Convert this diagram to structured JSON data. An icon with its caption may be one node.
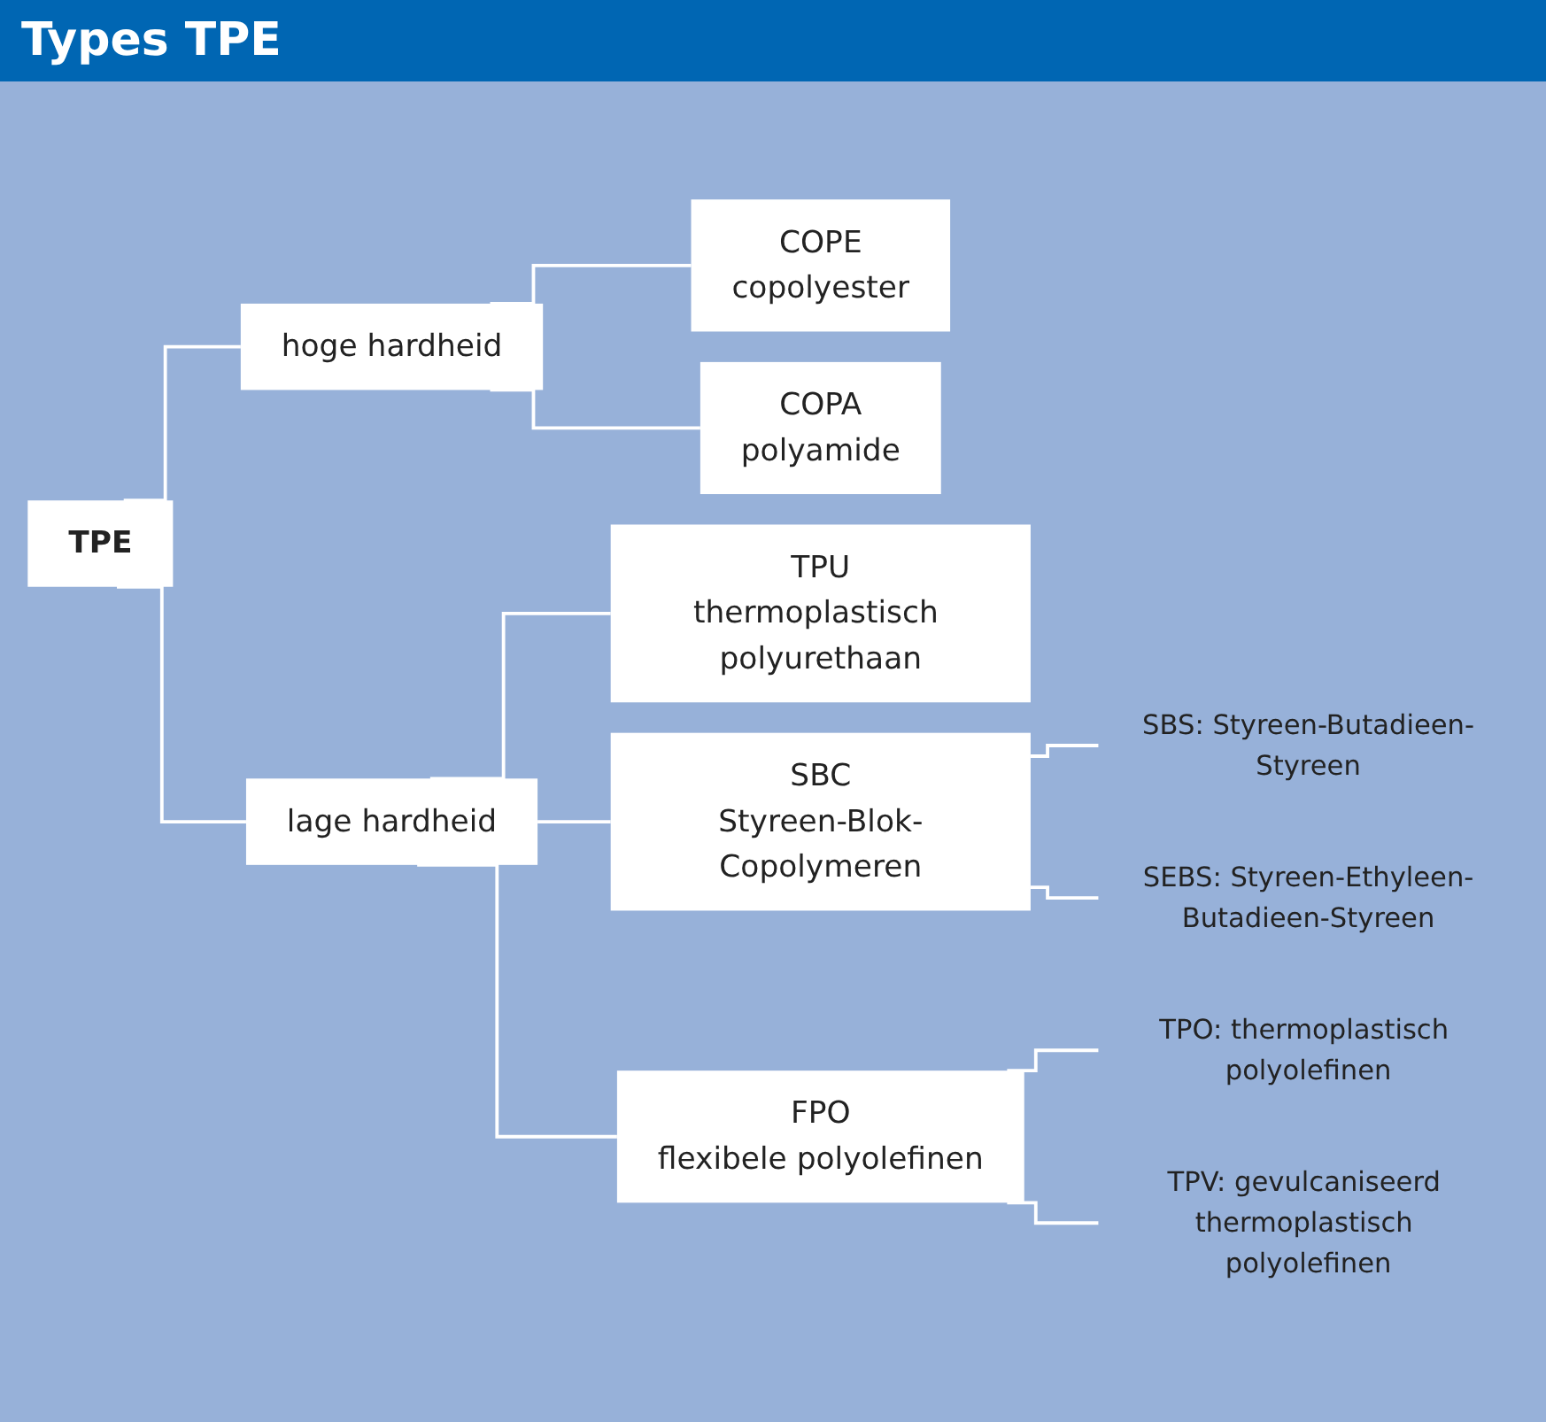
{
  "diagram": {
    "title": "Types TPE",
    "nodes": [
      {
        "text": [
          "TPE"
        ]
      },
      {
        "text": [
          "hoge hardheid"
        ]
      },
      {
        "text": [
          "lage hardheid"
        ]
      },
      {
        "text": [
          "COPE",
          "copolyester"
        ]
      },
      {
        "text": [
          "COPA",
          "polyamide"
        ]
      },
      {
        "text": [
          "TPU",
          "thermoplastisch polyurethaan"
        ]
      },
      {
        "text": [
          "SBC",
          "Styreen-Blok-Copolymeren"
        ]
      },
      {
        "text": [
          "SBS: Styreen-Butadieen-Styreen"
        ]
      },
      {
        "text": [
          "SEBS: Styreen-Ethyleen-Butadieen-Styreen"
        ]
      },
      {
        "text": [
          "FPO",
          "flexibele polyolefinen"
        ]
      },
      {
        "text": [
          "TPO: thermoplastisch polyolefinen"
        ]
      },
      {
        "text": [
          "TPV: gevulcaniseerd thermoplastisch polyolefinen"
        ]
      }
    ],
    "edges": [
      {
        "from": 0,
        "to": 1,
        "arrow": "none"
      },
      {
        "from": 0,
        "to": 2,
        "arrow": "none"
      },
      {
        "from": 1,
        "to": 3,
        "arrow": "none"
      },
      {
        "from": 1,
        "to": 4,
        "arrow": "none"
      },
      {
        "from": 2,
        "to": 5,
        "arrow": "none"
      },
      {
        "from": 2,
        "to": 6,
        "arrow": "none"
      },
      {
        "from": 2,
        "to": 9,
        "arrow": "none"
      },
      {
        "from": 6,
        "to": 7,
        "arrow": "none"
      },
      {
        "from": 6,
        "to": 8,
        "arrow": "none"
      },
      {
        "from": 9,
        "to": 10,
        "arrow": "none"
      },
      {
        "from": 9,
        "to": 11,
        "arrow": "none"
      }
    ]
  }
}
